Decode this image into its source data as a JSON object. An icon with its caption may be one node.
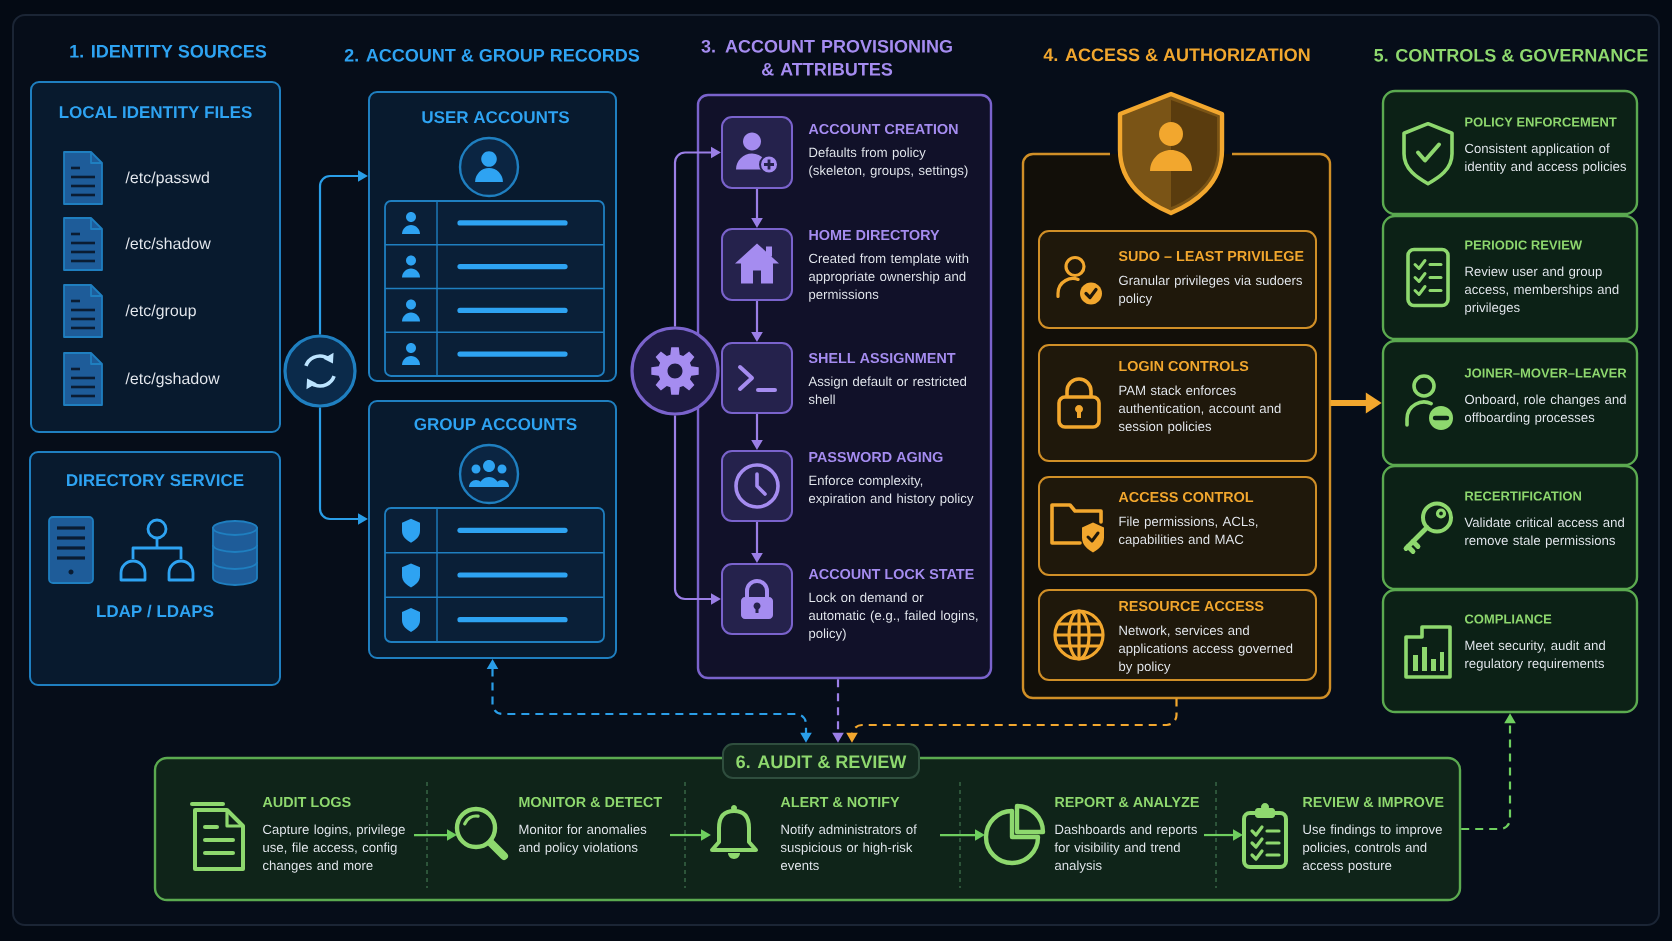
{
  "diagram": {
    "nodes": [
      {
        "text": [
          "LOCAL IDENTITY FILES",
          "/etc/passwd",
          "/etc/shadow",
          "/etc/group",
          "/etc/gshadow"
        ]
      },
      {
        "text": [
          "DIRECTORY SERVICE",
          "LDAP / LDAPS"
        ]
      },
      {
        "text": [],
        "shape": "circle"
      },
      {
        "text": [
          "USER ACCOUNTS"
        ]
      },
      {
        "text": [
          "GROUP ACCOUNTS"
        ]
      },
      {
        "text": [
          "3. ACCOUNT PROVISIONING & ATTRIBUTES"
        ]
      },
      {
        "text": [],
        "shape": "circle"
      },
      {
        "text": [
          "ACCOUNT CREATION",
          "Defaults from policy (skeleton, groups, settings)"
        ],
        "in": 5
      },
      {
        "text": [
          "HOME DIRECTORY",
          "Created from template with appropriate ownership and permissions"
        ],
        "in": 5
      },
      {
        "text": [
          "SHELL ASSIGNMENT",
          "Assign default or restricted shell"
        ],
        "in": 5
      },
      {
        "text": [
          "PASSWORD AGING",
          "Enforce complexity, expiration and history policy"
        ],
        "in": 5
      },
      {
        "text": [
          "ACCOUNT LOCK STATE",
          "Lock on demand or automatic (e.g., failed logins, policy)"
        ],
        "in": 5
      },
      {
        "text": [
          "4. ACCESS & AUTHORIZATION"
        ]
      },
      {
        "text": [
          "SUDO – LEAST PRIVILEGE",
          "Granular privileges via sudoers policy"
        ],
        "in": 12
      },
      {
        "text": [
          "LOGIN CONTROLS",
          "PAM stack enforces authentication, account and session policies"
        ],
        "in": 12
      },
      {
        "text": [
          "ACCESS CONTROL",
          "File permissions, ACLs, capabilities and MAC"
        ],
        "in": 12
      },
      {
        "text": [
          "RESOURCE ACCESS",
          "Network, services and applications access governed by policy"
        ],
        "in": 12
      },
      {
        "text": [
          "POLICY ENFORCEMENT",
          "Consistent application of identity and access policies"
        ]
      },
      {
        "text": [
          "PERIODIC REVIEW",
          "Review user and group access, memberships and privileges"
        ]
      },
      {
        "text": [
          "JOINER–MOVER–LEAVER",
          "Onboard, role changes and offboarding processes"
        ]
      },
      {
        "text": [
          "RECERTIFICATION",
          "Validate critical access and remove stale permissions"
        ]
      },
      {
        "text": [
          "COMPLIANCE",
          "Meet security, audit and regulatory requirements"
        ]
      },
      {
        "text": [
          "6. AUDIT & REVIEW"
        ]
      },
      {
        "text": [
          "AUDIT LOGS",
          "Capture logins, privilege use, file access, config changes and more"
        ],
        "in": 22
      },
      {
        "text": [
          "MONITOR & DETECT",
          "Monitor for anomalies and policy violations"
        ],
        "in": 22
      },
      {
        "text": [
          "ALERT & NOTIFY",
          "Notify administrators of suspicious or high-risk events"
        ],
        "in": 22
      },
      {
        "text": [
          "REPORT & ANALYZE",
          "Dashboards and reports for visibility and trend analysis"
        ],
        "in": 22
      },
      {
        "text": [
          "REVIEW & IMPROVE",
          "Use findings to improve policies, controls and access posture"
        ],
        "in": 22
      }
    ],
    "edges": [
      {
        "from": 2,
        "to": 3,
        "arrow": "to",
        "color": "#2a9ee8"
      },
      {
        "from": 2,
        "to": 4,
        "arrow": "to",
        "color": "#2a9ee8"
      },
      {
        "from": 6,
        "to": 7,
        "arrow": "to"
      },
      {
        "from": 6,
        "to": 11,
        "arrow": "to"
      },
      {
        "from": 7,
        "to": 8,
        "arrow": "to"
      },
      {
        "from": 8,
        "to": 9,
        "arrow": "to"
      },
      {
        "from": 9,
        "to": 10,
        "arrow": "to"
      },
      {
        "from": 10,
        "to": 11,
        "arrow": "to"
      },
      {
        "from": 12,
        "to": 19,
        "arrow": "to",
        "style": "thick",
        "color": "#f2a72e"
      },
      {
        "from": 4,
        "to": 22,
        "arrow": "both",
        "style": "dashed",
        "color": "#2a9ee8"
      },
      {
        "from": 5,
        "to": 22,
        "arrow": "to",
        "style": "dashed"
      },
      {
        "from": 12,
        "to": 22,
        "arrow": "to",
        "style": "dashed",
        "color": "#f2a72e"
      },
      {
        "from": 22,
        "to": 21,
        "arrow": "to",
        "style": "dashed",
        "color": "#6fcf5f"
      },
      {
        "from": 23,
        "to": 24,
        "arrow": "to",
        "color": "#6fcf5f"
      },
      {
        "from": 24,
        "to": 25,
        "arrow": "to",
        "color": "#6fcf5f"
      },
      {
        "from": 25,
        "to": 26,
        "arrow": "to",
        "color": "#6fcf5f"
      },
      {
        "from": 26,
        "to": 27,
        "arrow": "to",
        "color": "#6fcf5f"
      }
    ],
    "labels": [
      "1. IDENTITY SOURCES",
      "2. ACCOUNT & GROUP RECORDS",
      "5. CONTROLS & GOVERNANCE"
    ]
  }
}
